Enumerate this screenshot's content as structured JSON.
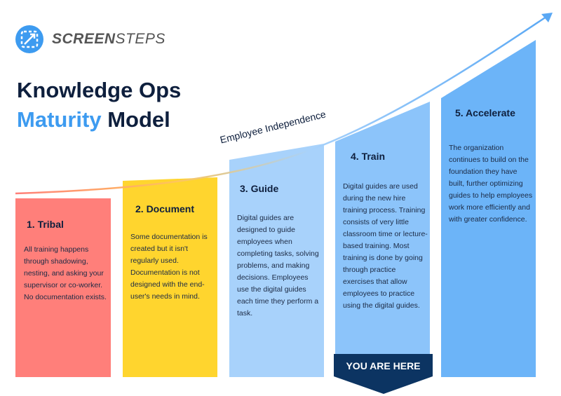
{
  "brand": {
    "name_bold": "SCREEN",
    "name_light": "STEPS"
  },
  "title": {
    "line1": "Knowledge Ops",
    "line2_accent": "Maturity",
    "line2_rest": "Model"
  },
  "curve_label": "Employee Independence",
  "stages": [
    {
      "title": "1. Tribal",
      "description": "All training happens through shadowing, nesting, and asking your supervisor or co-worker. No documentation exists.",
      "color": "#ff7f7a"
    },
    {
      "title": "2. Document",
      "description": "Some documentation is created but it isn't regularly used. Documentation is not designed with the end-user's needs in mind.",
      "color": "#ffd52e"
    },
    {
      "title": "3. Guide",
      "description": "Digital guides are designed to guide employees when completing tasks, solving problems, and making decisions. Employees use the digital guides each time they perform a task.",
      "color": "#a8d2fb"
    },
    {
      "title": "4. Train",
      "description": "Digital guides are used during the new hire training process. Training consists of very little classroom time or lecture-based training. Most training is done by going through practice exercises that allow employees to practice using the digital guides.",
      "color": "#8cc4fa"
    },
    {
      "title": "5. Accelerate",
      "description": "The organization continues to build on the foundation they have built, further optimizing guides to help employees work more efficiently and with greater confidence.",
      "color": "#6cb4f8"
    }
  ],
  "marker": {
    "label": "YOU ARE HERE",
    "color": "#0c3462"
  }
}
